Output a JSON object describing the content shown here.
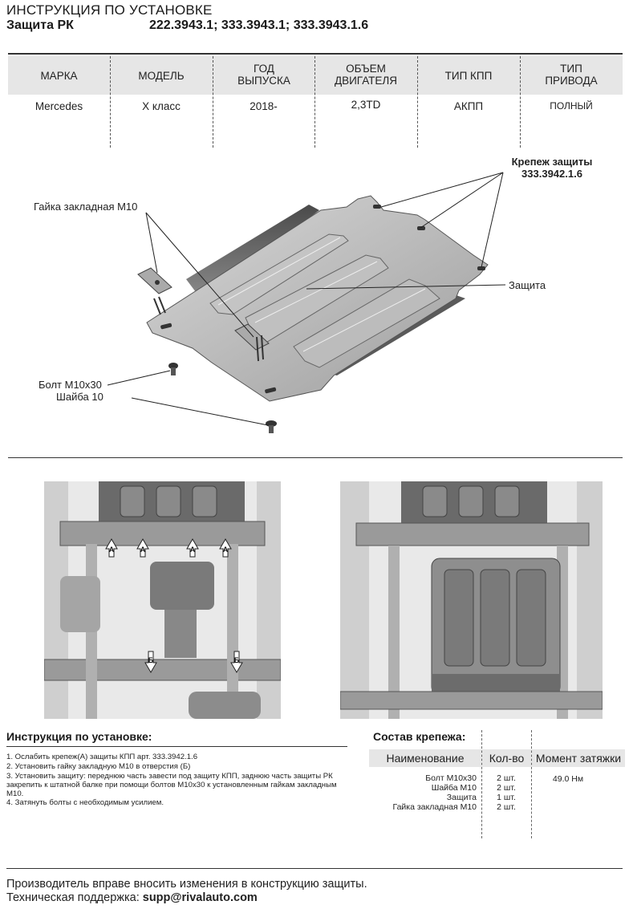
{
  "header": {
    "title": "ИНСТРУКЦИЯ ПО УСТАНОВКЕ",
    "product": "Защита РК",
    "codes": "222.3943.1; 333.3943.1; 333.3943.1.6"
  },
  "spec_table": {
    "headers": [
      "МАРКА",
      "МОДЕЛЬ",
      "ГОД ВЫПУСКА",
      "ОБЪЕМ ДВИГАТЕЛЯ",
      "ТИП КПП",
      "ТИП ПРИВОДА"
    ],
    "values": [
      "Mercedes",
      "X класс",
      "2018-",
      "2,3TD",
      "АКПП",
      "ПОЛНЫЙ"
    ]
  },
  "diagram": {
    "fastener_label_line1": "Крепеж защиты",
    "fastener_label_line2": "333.3942.1.6",
    "nut_label": "Гайка закладная М10",
    "guard_label": "Защита",
    "bolt_label": "Болт М10х30",
    "washer_label": "Шайба 10"
  },
  "photos": {
    "left_markers": [
      "А",
      "А",
      "А",
      "А",
      "Б",
      "Б"
    ]
  },
  "instructions": {
    "title": "Инструкция по установке:",
    "step1": "1. Ослабить крепеж(А) защиты КПП арт. 333.3942.1.6",
    "step2": "2. Установить гайку закладную М10 в отверстия (Б)",
    "step3": "3. Установить защиту: переднюю часть завести под защиту КПП, заднюю часть защиты РК закрепить к штатной балке при помощи болтов М10х30 к установленным гайкам закладным М10.",
    "step4": "4. Затянуть болты с необходимым усилием."
  },
  "fasteners": {
    "title": "Состав крепежа:",
    "headers": [
      "Наименование",
      "Кол-во",
      "Момент затяжки"
    ],
    "rows": [
      {
        "name": "Болт М10х30",
        "qty": "2 шт.",
        "torque": "49.0 Нм"
      },
      {
        "name": "Шайба М10",
        "qty": "2 шт.",
        "torque": ""
      },
      {
        "name": "Защита",
        "qty": "1 шт.",
        "torque": ""
      },
      {
        "name": "Гайка закладная М10",
        "qty": "2 шт.",
        "torque": ""
      }
    ]
  },
  "footer": {
    "line1": "Производитель вправе вносить изменения в конструкцию защиты.",
    "support_label": "Техническая поддержка: ",
    "support_email": "supp@rivalauto.com"
  }
}
